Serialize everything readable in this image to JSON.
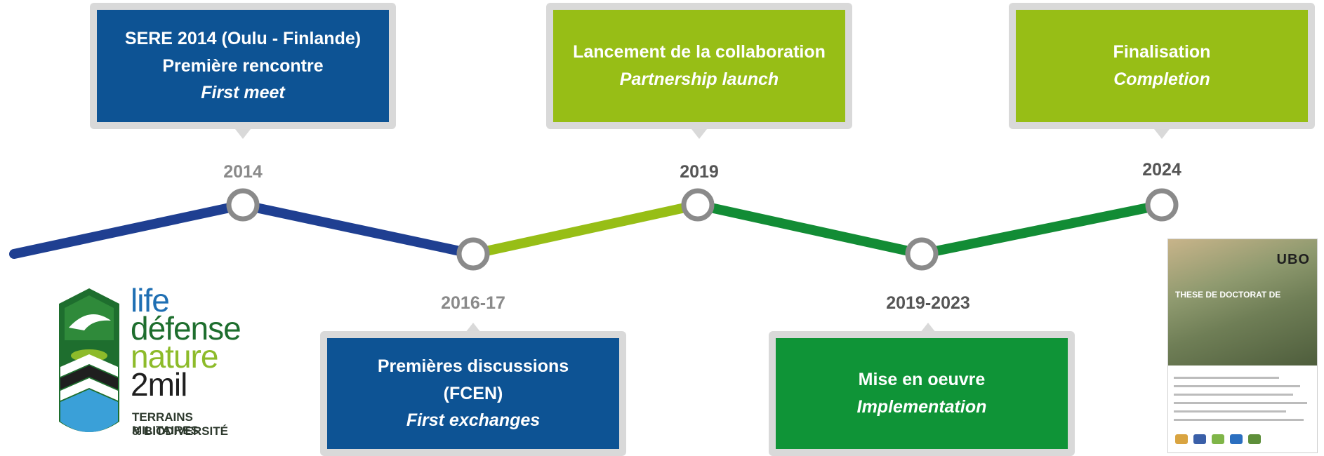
{
  "colors": {
    "blue": "#0d5394",
    "line_blue": "#1f3f91",
    "lime": "#97be16",
    "green": "#0f9437",
    "line_green": "#128c35",
    "callout_border": "#d9d9d9",
    "node_ring": "#8a8a8a",
    "year_gray": "#8a8a8a",
    "year_dark": "#555555"
  },
  "milestones": [
    {
      "year": "2014",
      "fr_lines": [
        "SERE 2014  (Oulu -  Finlande)",
        "Première rencontre"
      ],
      "en": "First meet",
      "color": "blue",
      "position": "top"
    },
    {
      "year": "2016-17",
      "fr_lines": [
        "Premières discussions",
        "(FCEN)"
      ],
      "en": "First exchanges",
      "color": "blue",
      "position": "bottom"
    },
    {
      "year": "2019",
      "fr_lines": [
        "Lancement de la collaboration"
      ],
      "en": "Partnership launch",
      "color": "lime",
      "position": "top"
    },
    {
      "year": "2019-2023",
      "fr_lines": [
        "Mise en oeuvre"
      ],
      "en": "Implementation",
      "color": "green",
      "position": "bottom"
    },
    {
      "year": "2024",
      "fr_lines": [
        "Finalisation"
      ],
      "en": "Completion",
      "color": "lime",
      "position": "top"
    }
  ],
  "logo": {
    "word1": "life",
    "word2": "défense",
    "word3": "nature",
    "word4": "2mil",
    "caption1": "TERRAINS MILITAIRES",
    "caption2": "& BIODIVERSITÉ"
  },
  "thesis": {
    "brand": "UBO",
    "title": "THESE DE DOCTORAT DE"
  }
}
